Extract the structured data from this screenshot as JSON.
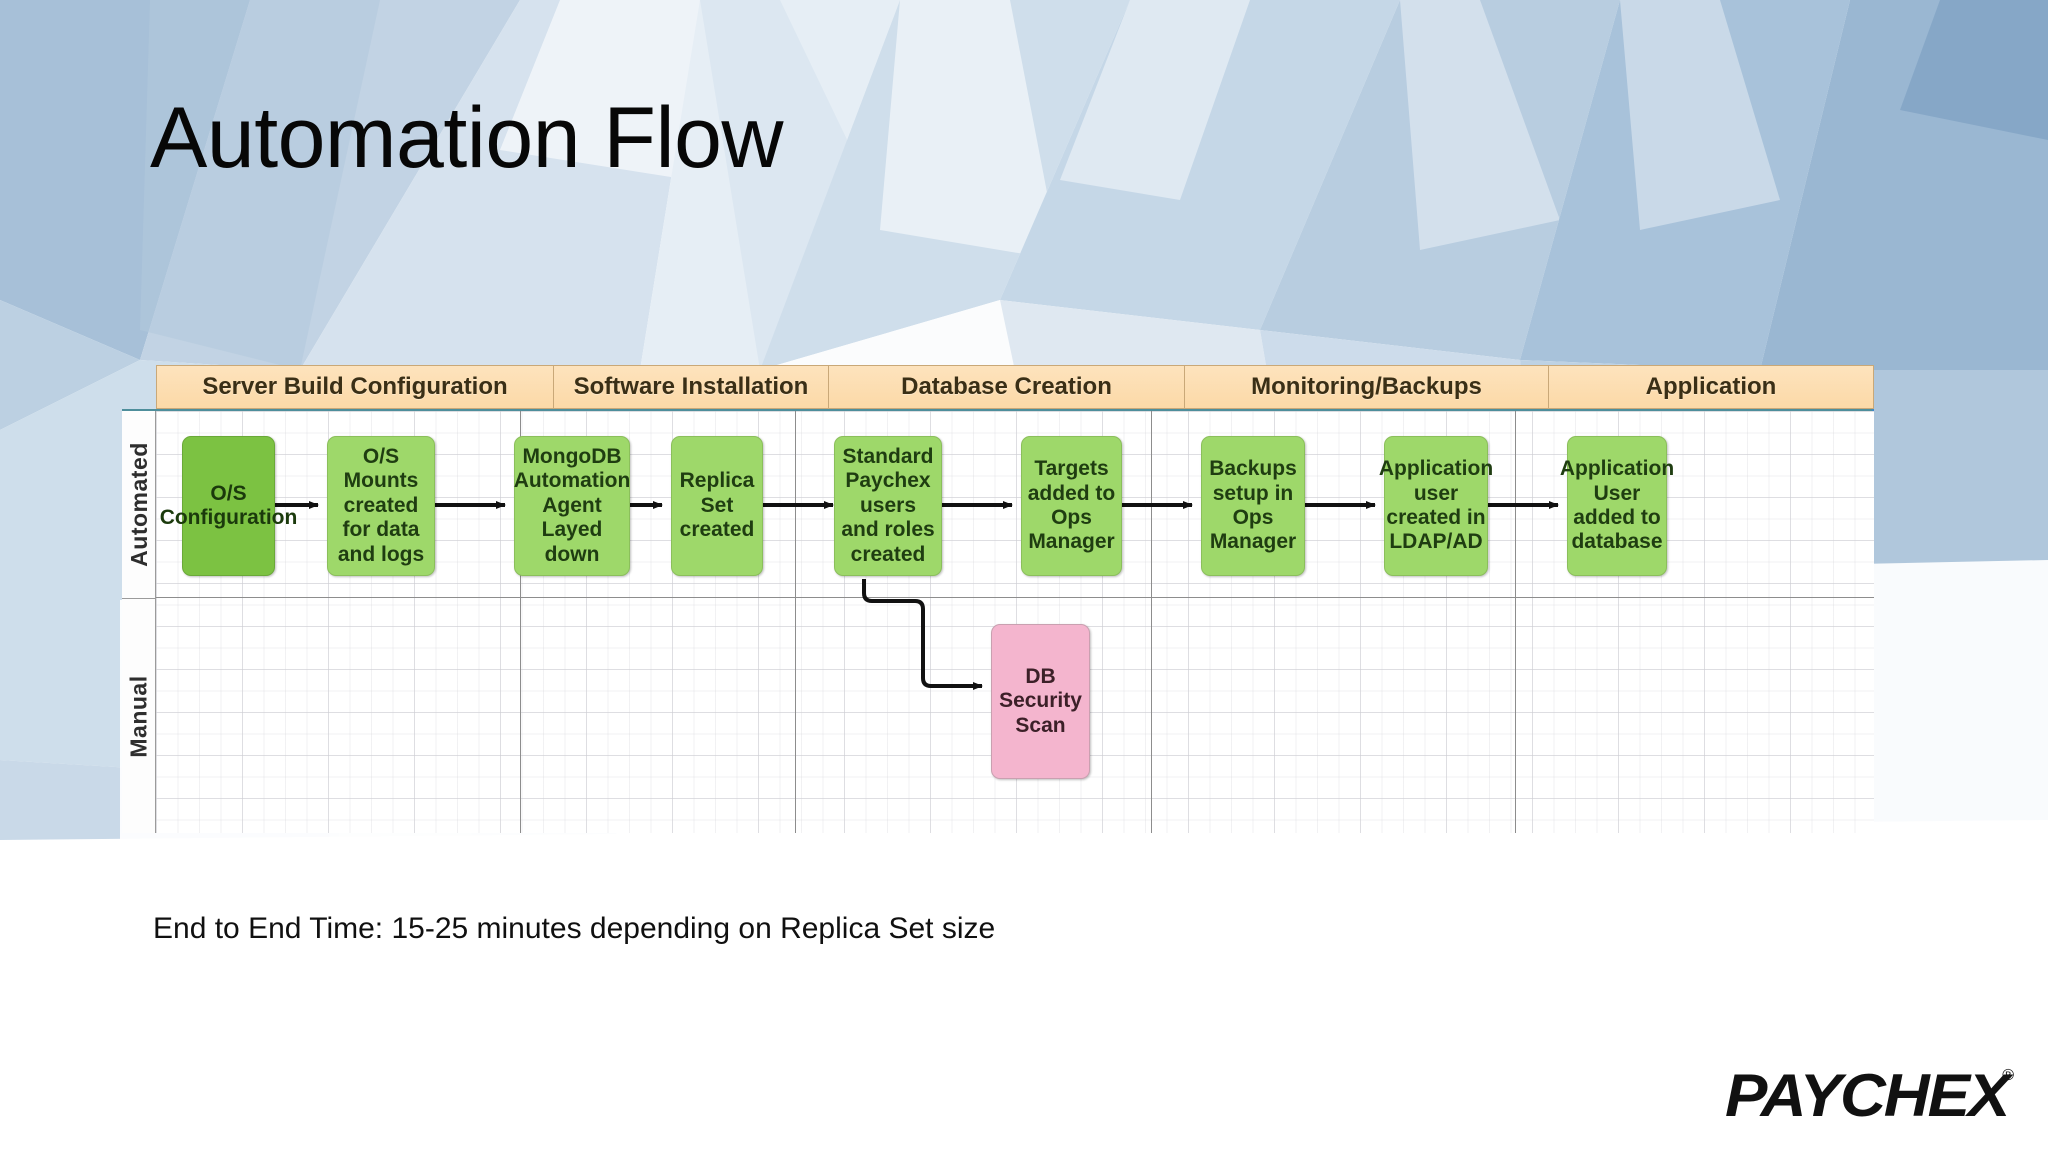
{
  "slide": {
    "title": "Automation Flow",
    "footer_note": "End to End Time:  15-25 minutes depending on Replica Set size"
  },
  "brand": {
    "logo_text": "PAYCHEX",
    "logo_registered": "®",
    "accent_header_bg": "#fcd9a7",
    "accent_header_border": "#c9a878",
    "node_green": "#9ed86a",
    "node_green_dark": "#7cc242",
    "node_pink": "#f4b5ce",
    "boundary_teal": "#4e8e9b",
    "boundary_blue": "#3f87c4"
  },
  "diagram": {
    "type": "swimlane-flowchart",
    "columns": [
      {
        "label": "Server Build Configuration"
      },
      {
        "label": "Software Installation"
      },
      {
        "label": "Database Creation"
      },
      {
        "label": "Monitoring/Backups"
      },
      {
        "label": "Application"
      }
    ],
    "lanes": [
      {
        "label": "Automated"
      },
      {
        "label": "Manual"
      }
    ],
    "nodes": [
      {
        "id": "os-config",
        "label": "O/S Configuration",
        "lane": "Automated",
        "column": "Server Build Configuration",
        "color": "green-dark"
      },
      {
        "id": "os-mounts",
        "label": "O/S Mounts created for data and logs",
        "lane": "Automated",
        "column": "Server Build Configuration",
        "color": "green"
      },
      {
        "id": "mongo-agent",
        "label": "MongoDB Automation Agent Layed down",
        "lane": "Automated",
        "column": "Software Installation",
        "color": "green"
      },
      {
        "id": "replica-set",
        "label": "Replica Set created",
        "lane": "Automated",
        "column": "Database Creation",
        "color": "green"
      },
      {
        "id": "std-users",
        "label": "Standard Paychex users and roles created",
        "lane": "Automated",
        "column": "Database Creation",
        "color": "green"
      },
      {
        "id": "targets-ops",
        "label": "Targets added to Ops Manager",
        "lane": "Automated",
        "column": "Monitoring/Backups",
        "color": "green"
      },
      {
        "id": "backups-ops",
        "label": "Backups setup in Ops Manager",
        "lane": "Automated",
        "column": "Monitoring/Backups",
        "color": "green"
      },
      {
        "id": "app-user-ldap",
        "label": "Application user created in LDAP/AD",
        "lane": "Automated",
        "column": "Application",
        "color": "green"
      },
      {
        "id": "app-user-db",
        "label": "Application User added to database",
        "lane": "Automated",
        "column": "Application",
        "color": "green"
      },
      {
        "id": "db-security-scan",
        "label": "DB Security Scan",
        "lane": "Manual",
        "column": "Monitoring/Backups",
        "color": "pink"
      }
    ],
    "edges": [
      {
        "from": "os-config",
        "to": "os-mounts"
      },
      {
        "from": "os-mounts",
        "to": "mongo-agent"
      },
      {
        "from": "mongo-agent",
        "to": "replica-set"
      },
      {
        "from": "replica-set",
        "to": "std-users"
      },
      {
        "from": "std-users",
        "to": "targets-ops"
      },
      {
        "from": "targets-ops",
        "to": "backups-ops"
      },
      {
        "from": "backups-ops",
        "to": "app-user-ldap"
      },
      {
        "from": "app-user-ldap",
        "to": "app-user-db"
      },
      {
        "from": "std-users",
        "to": "db-security-scan"
      }
    ]
  }
}
